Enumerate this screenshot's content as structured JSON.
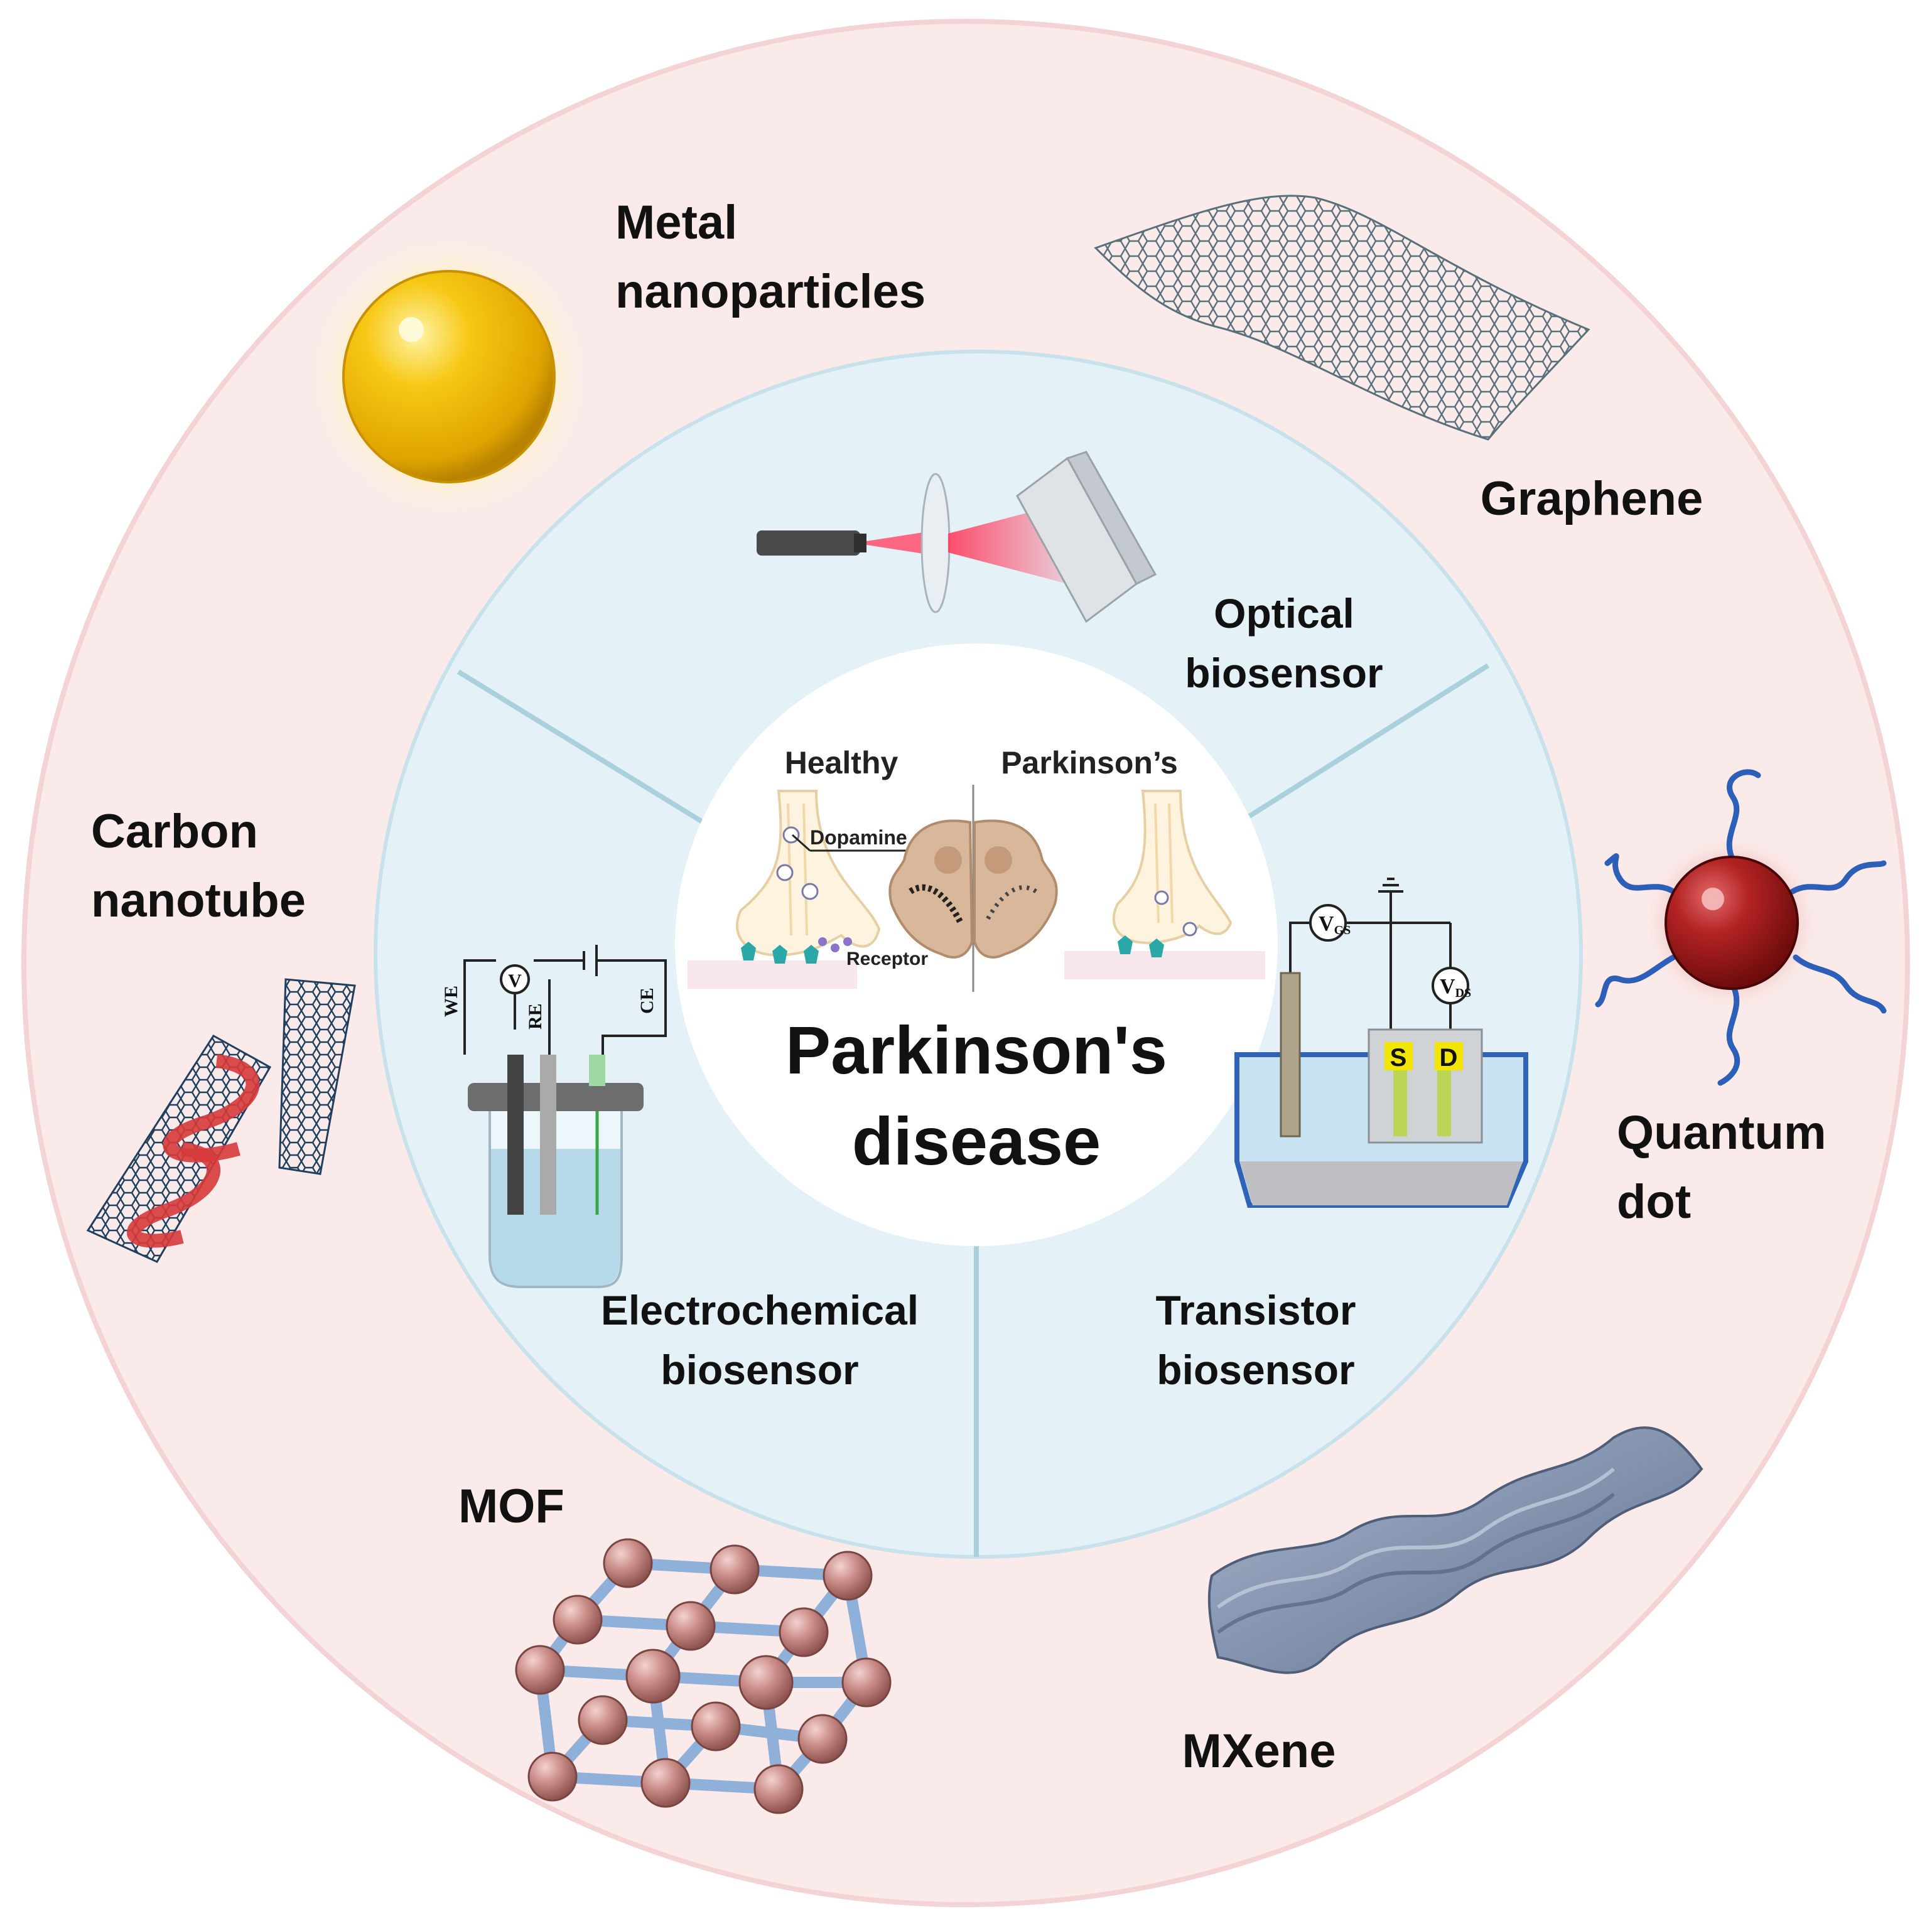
{
  "center": {
    "title_line1": "Parkinson's",
    "title_line2": "disease",
    "healthy_label": "Healthy",
    "parkinsons_label": "Parkinson’s",
    "dopamine_label": "Dopamine",
    "receptor_label": "Receptor"
  },
  "biosensors": {
    "optical": {
      "line1": "Optical",
      "line2": "biosensor"
    },
    "electrochemical": {
      "line1": "Electrochemical",
      "line2": "biosensor",
      "we": "WE",
      "re": "RE",
      "ce": "CE",
      "v": "V"
    },
    "transistor": {
      "line1": "Transistor",
      "line2": "biosensor",
      "vgs": "V",
      "vgs_sub": "GS",
      "vds": "V",
      "vds_sub": "DS",
      "source": "S",
      "drain": "D"
    }
  },
  "materials": {
    "metal_np": {
      "line1": "Metal",
      "line2": "nanoparticles"
    },
    "graphene": {
      "line1": "Graphene"
    },
    "carbon_nanotube": {
      "line1": "Carbon",
      "line2": "nanotube"
    },
    "quantum_dot": {
      "line1": "Quantum",
      "line2": "dot"
    },
    "mof": {
      "line1": "MOF"
    },
    "mxene": {
      "line1": "MXene"
    }
  },
  "colors": {
    "outer_ring": "#fbeaea",
    "middle_ring": "#e4f1f7",
    "center": "#ffffff",
    "gold": "#f2b705",
    "qd_red": "#a51c1c",
    "qd_wave": "#2b5fb8",
    "mof_node": "#c98b86",
    "mof_bond": "#8fb1d9",
    "mxene": "#7f8ea8",
    "graphene": "#58707a",
    "cnt": "#1f3f5f",
    "cnt_ribbon": "#d63a3a"
  }
}
